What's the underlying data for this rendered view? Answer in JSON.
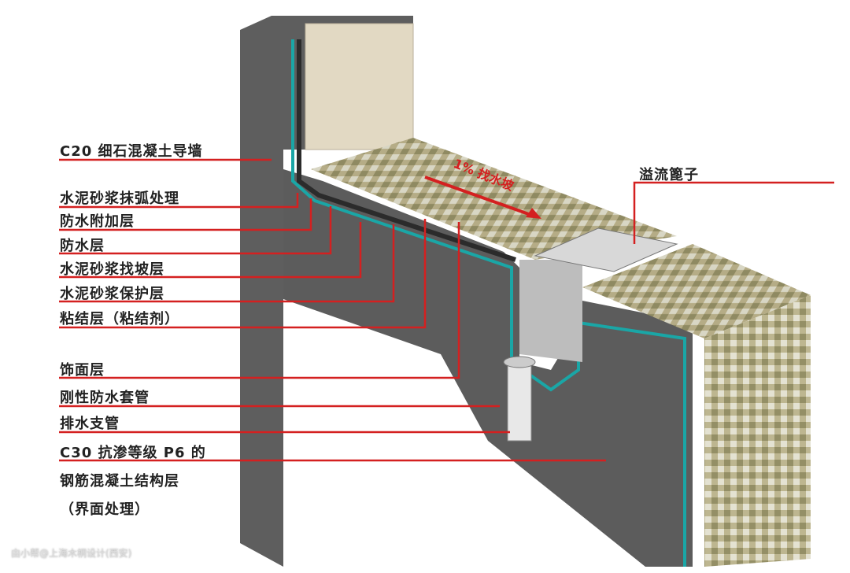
{
  "labels": {
    "c20": "C20 细石混凝土导墙",
    "arc": "水泥砂浆抹弧处理",
    "extra": "防水附加层",
    "waterproof": "防水层",
    "slope": "水泥砂浆找坡层",
    "protect": "水泥砂浆保护层",
    "bond": "粘结层（粘结剂）",
    "finish": "饰面层",
    "sleeve": "刚性防水套管",
    "pipe": "排水支管",
    "c30_1": "C30 抗渗等级 P6 的",
    "c30_2": "钢筋混凝土结构层",
    "c30_3": "（界面处理）",
    "grate": "溢流篦子",
    "slope_arrow": "1% 找水坡"
  },
  "watermark": "由小帮@上海木桐设计(西安)",
  "colors": {
    "leader": "#d42020",
    "membrane": "#1aa6a6",
    "concrete": "#5a5a5a",
    "tile": "#b9b08a"
  }
}
